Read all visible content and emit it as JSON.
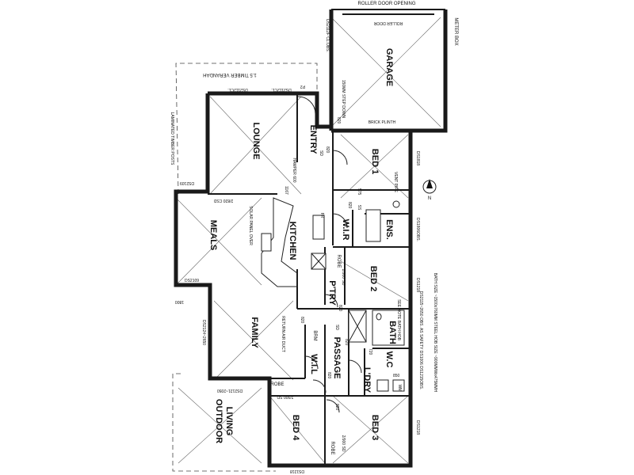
{
  "rooms": {
    "garage": "GARAGE",
    "entry": "ENTRY",
    "lounge": "LOUNGE",
    "bed1": "BED 1",
    "meals": "MEALS",
    "kitchen": "KITCHEN",
    "wir": "W.I.R",
    "ens": "ENS.",
    "bed2": "BED 2",
    "pantry": "P'TRY",
    "family": "FAMILY",
    "bath": "BATH",
    "passage": "PASSAGE",
    "wc": "W.C",
    "wil": "W.I.L",
    "ldry": "L'DRY",
    "outdoor": "OUTDOOR",
    "living": "LIVING",
    "bed4": "BED 4",
    "bed3": "BED 3",
    "robe1": "ROBE",
    "robe2": "ROBE",
    "robe3": "ROBE",
    "robe4": "ROBE"
  },
  "notes": {
    "roller_door_opening": "ROLLER DOOR OPENING",
    "roller_door": "ROLLER DOOR",
    "meter_box": "METER BOX",
    "step_down": "150MM STEP DOWN",
    "brick_plinth": "BRICK PLINTH",
    "verandah": "1.5 TIMBER VERANDAH",
    "posts": "LAMINATED TIMBER POSTS",
    "hamper": "HAMPER 600",
    "solar": "SOLAR PANEL OVER",
    "vent_pipe": "VENT PIPE",
    "return_air": "RETURN AIR DUCT",
    "see_note": "SEE NOTE BATH HOB",
    "bath_size": "BATH SIZE ~1500x760MM STEEL HOB SIZE ~900MMWx475MMH",
    "obs_safety": "DS2115~2650 OBS. AS SAFETY DS1006 DS1215OBS.",
    "fridge": "FR",
    "ss1": "SS",
    "brm": "BRM",
    "wm": "WM",
    "north": "N"
  },
  "windows": {
    "w1": "DS2112F CL.OBS.",
    "w2": "DS2112CL.",
    "w3": "DS2112CL.",
    "w4": "DS2109",
    "w5": "DS2109",
    "w6": "DS2124~2650",
    "w7": "DS2121~2050",
    "w8": "DS1218",
    "w9": "DS1818",
    "w10": "DS1806OBS.",
    "w11": "DS1218",
    "w12": "DS1218"
  },
  "dims": {
    "d820a": "820",
    "d820b": "820",
    "d820c": "820",
    "d820d": "820",
    "d820e": "820",
    "d820f": "820",
    "d820g": "820",
    "d820h": "820",
    "d720": "720",
    "d850": "850",
    "d575": "575",
    "d1800": "1800",
    "d1167": "1167",
    "csd": "2/820 CSD",
    "sd2900a": "2/900 SD",
    "sd2900b": "2/900 SD",
    "sd2900c": "2/900 SD",
    "sd1": "SD",
    "sd2": "SD",
    "p2": "P2"
  }
}
